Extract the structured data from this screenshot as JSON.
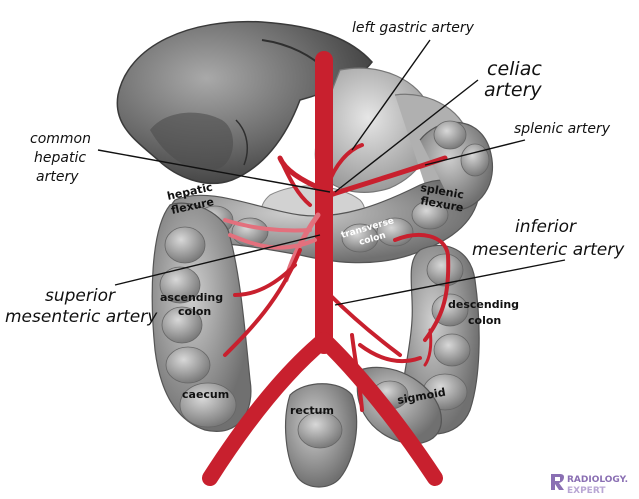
{
  "labels": {
    "left_gastric": "left gastric artery",
    "celiac_1": "celiac",
    "celiac_2": "artery",
    "splenic_artery": "splenic artery",
    "common_hepatic_1": "common",
    "common_hepatic_2": "hepatic",
    "common_hepatic_3": "artery",
    "hepatic_flexure_1": "hepatic",
    "hepatic_flexure_2": "flexure",
    "splenic_flexure_1": "splenic",
    "splenic_flexure_2": "flexure",
    "transverse_colon_1": "transverse",
    "transverse_colon_2": "colon",
    "inferior_mesenteric_1": "inferior",
    "inferior_mesenteric_2": "mesenteric artery",
    "superior_mesenteric_1": "superior",
    "superior_mesenteric_2": "mesenteric artery",
    "ascending_colon_1": "ascending",
    "ascending_colon_2": "colon",
    "descending_colon_1": "descending",
    "descending_colon_2": "colon",
    "caecum": "caecum",
    "rectum": "rectum",
    "sigmoid": "sigmoid"
  },
  "logo": {
    "line1": "RADIOLOGY.",
    "line2": "EXPERT"
  },
  "colors": {
    "artery": "#c8202e",
    "artery_light": "#e3707d",
    "organ_dark": "#555555",
    "organ_mid": "#8a8a8a",
    "organ_light": "#bdbdbd",
    "logo": "#8a6fb3"
  }
}
